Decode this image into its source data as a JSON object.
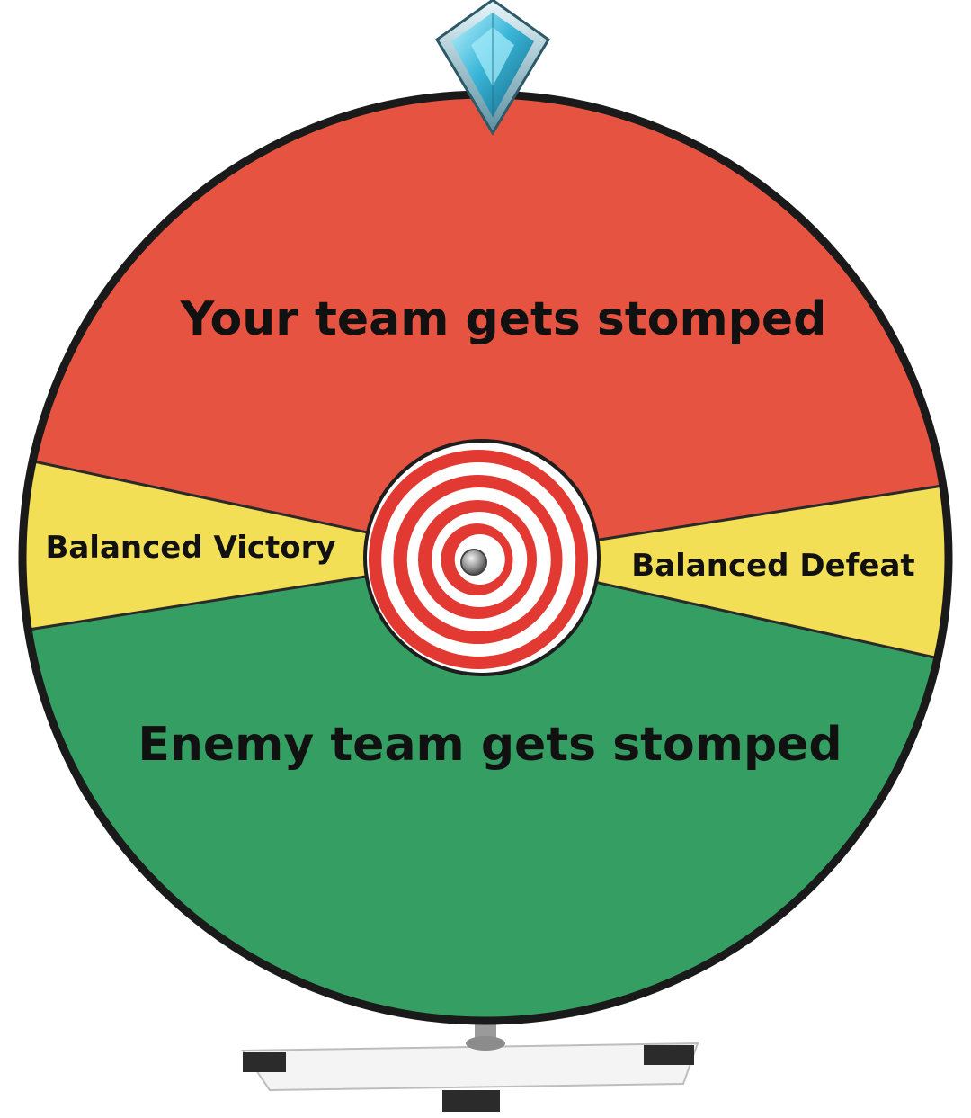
{
  "wheel": {
    "segments": [
      {
        "id": "top",
        "label": "Your team gets stomped",
        "color": "#E65441"
      },
      {
        "id": "left",
        "label": "Balanced Victory",
        "color": "#F2DF56"
      },
      {
        "id": "right",
        "label": "Balanced Defeat",
        "color": "#F2DF56"
      },
      {
        "id": "bottom",
        "label": "Enemy team gets stomped",
        "color": "#359F63"
      }
    ],
    "rim_color": "#1A1A1A",
    "hub": {
      "colors": [
        "#E23A32",
        "#FFFFFF"
      ]
    },
    "pointer": {
      "icon": "gem-pointer-icon",
      "color": "#3DB8D6"
    },
    "stand": {
      "color": "#F4F4F4"
    }
  }
}
